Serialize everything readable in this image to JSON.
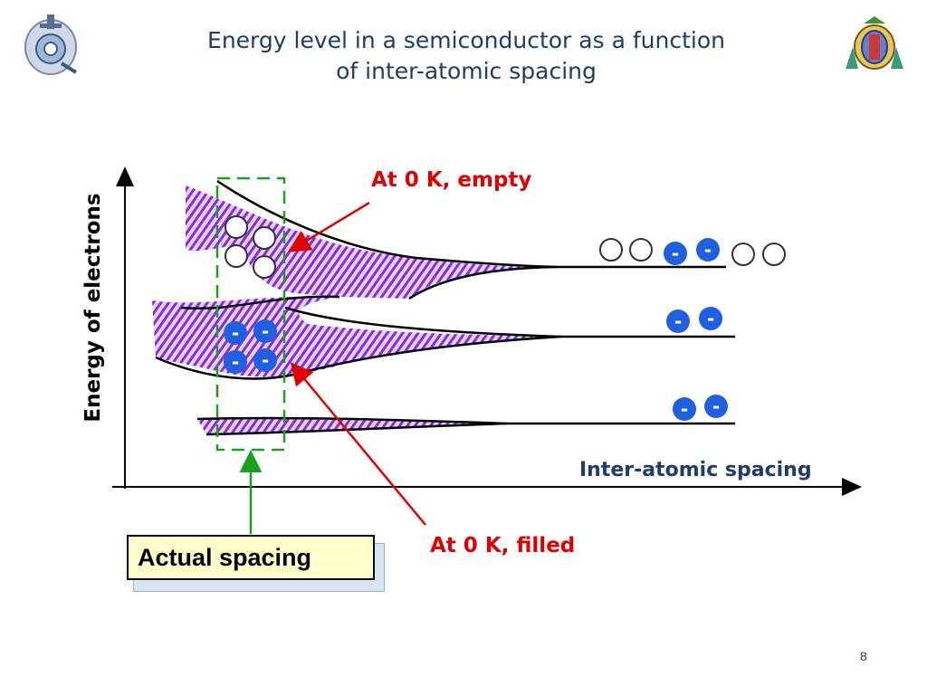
{
  "title_line1": "Energy level in a semiconductor as a function",
  "title_line2": "of inter-atomic spacing",
  "axis": {
    "ylabel": "Energy of electrons",
    "xlabel": "Inter-atomic spacing"
  },
  "annotations": {
    "empty": "At 0 K, empty",
    "filled": "At 0 K, filled",
    "actual_spacing": "Actual spacing"
  },
  "electron_symbol": "-",
  "page_number": "8",
  "colors": {
    "title": "#1f3c6e",
    "annotation": "#e00000",
    "band_hatch": "#8a2be2",
    "electron": "#1f5fe0",
    "dashed_box": "#1aa01a",
    "spacing_arrow": "#1aa01a"
  },
  "icons": {
    "left_logo": "telegraph-operator-logo",
    "right_logo": "university-crest-logo"
  }
}
